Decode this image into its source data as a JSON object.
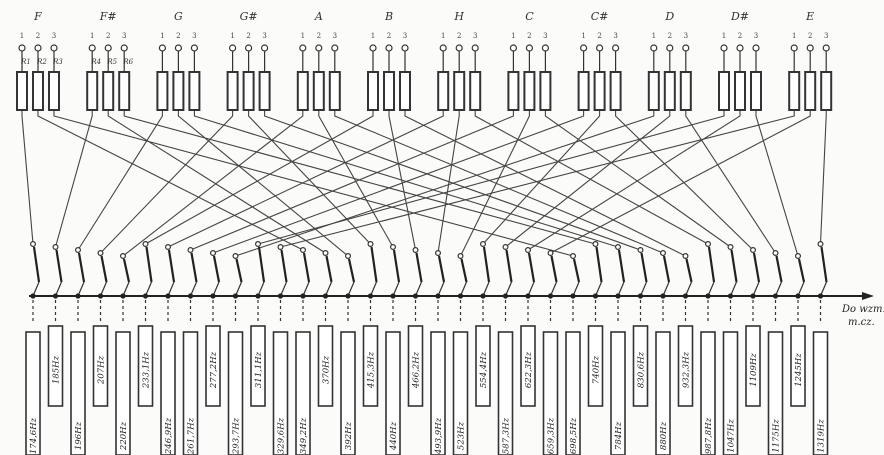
{
  "notes": [
    {
      "label": "F"
    },
    {
      "label": "F#"
    },
    {
      "label": "G"
    },
    {
      "label": "G#"
    },
    {
      "label": "A"
    },
    {
      "label": "B"
    },
    {
      "label": "H"
    },
    {
      "label": "C"
    },
    {
      "label": "C#"
    },
    {
      "label": "D"
    },
    {
      "label": "D#"
    },
    {
      "label": "E"
    }
  ],
  "pin_labels": [
    "1",
    "2",
    "3"
  ],
  "resistor_labels": [
    "R1",
    "R2",
    "R3",
    "R4",
    "R5",
    "R6"
  ],
  "bus_label_line1": "Do wzm.",
  "bus_label_line2": "m.cz.",
  "frequencies": [
    "174,6Hz",
    "185Hz",
    "196Hz",
    "207Hz",
    "220Hz",
    "233,1Hz",
    "246,9Hz",
    "261,7Hz",
    "277,2Hz",
    "293,7Hz",
    "311,1Hz",
    "329,6Hz",
    "349,2Hz",
    "370Hz",
    "392Hz",
    "415,3Hz",
    "440Hz",
    "466,2Hz",
    "493,9Hz",
    "523Hz",
    "554,4Hz",
    "587,3Hz",
    "622,3Hz",
    "659,3Hz",
    "698,5Hz",
    "740Hz",
    "784Hz",
    "830,6Hz",
    "880Hz",
    "932,3Hz",
    "987,8Hz",
    "1047Hz",
    "1109Hz",
    "1175Hz",
    "1245Hz",
    "1319Hz"
  ],
  "colors": {
    "ink": "#222222",
    "paper": "#fbfbf9"
  }
}
